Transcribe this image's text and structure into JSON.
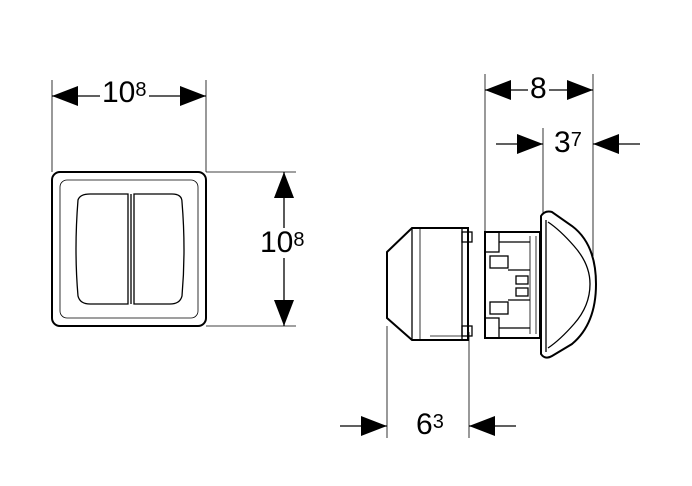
{
  "dimensions": {
    "front_width": {
      "main": "10",
      "sup": "8"
    },
    "front_height": {
      "main": "10",
      "sup": "8"
    },
    "total_depth": {
      "main": "8",
      "sup": ""
    },
    "button_depth": {
      "main": "3",
      "sup": "7"
    },
    "box_depth": {
      "main": "6",
      "sup": "3"
    }
  }
}
